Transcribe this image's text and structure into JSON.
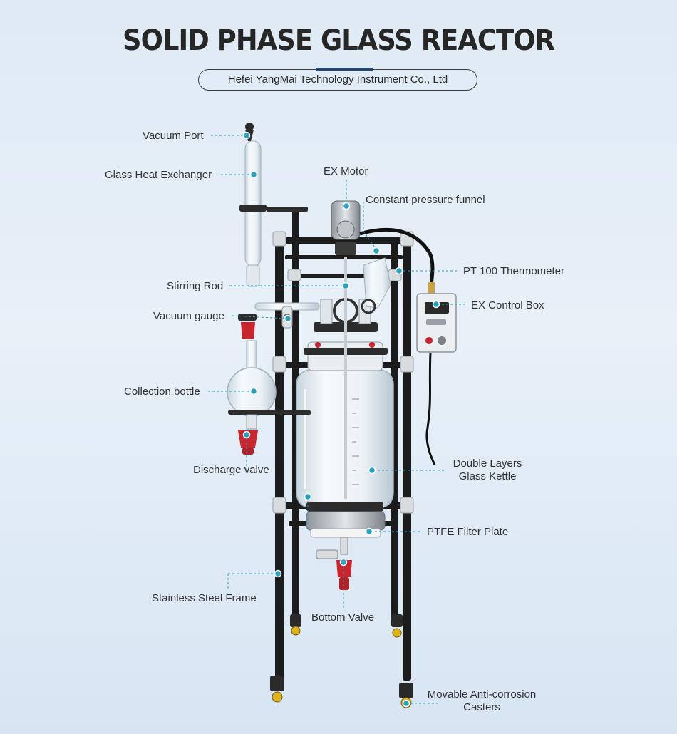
{
  "header": {
    "title": "SOLID PHASE GLASS REACTOR",
    "company": "Hefei YangMai Technology Instrument Co., Ltd"
  },
  "colors": {
    "accent": "#1f4f8a",
    "callout_dot": "#2aa0c0",
    "valve_red": "#c8262e",
    "frame_black": "#1c1c1c"
  },
  "labels": {
    "vacuum_port": "Vacuum Port",
    "glass_heat_exchanger": "Glass Heat Exchanger",
    "ex_motor": "EX Motor",
    "constant_pressure_funnel": "Constant pressure funnel",
    "pt100_thermometer": "PT 100 Thermometer",
    "stirring_rod": "Stirring Rod",
    "ex_control_box": "EX Control Box",
    "vacuum_gauge": "Vacuum gauge",
    "collection_bottle": "Collection bottle",
    "discharge_valve": "Discharge valve",
    "double_layers_line1": "Double Layers",
    "double_layers_line2": "Glass Kettle",
    "ptfe_filter_plate": "PTFE Filter Plate",
    "stainless_steel_frame": "Stainless Steel Frame",
    "bottom_valve": "Bottom Valve",
    "casters_line1": "Movable Anti-corrosion",
    "casters_line2": "Casters"
  }
}
